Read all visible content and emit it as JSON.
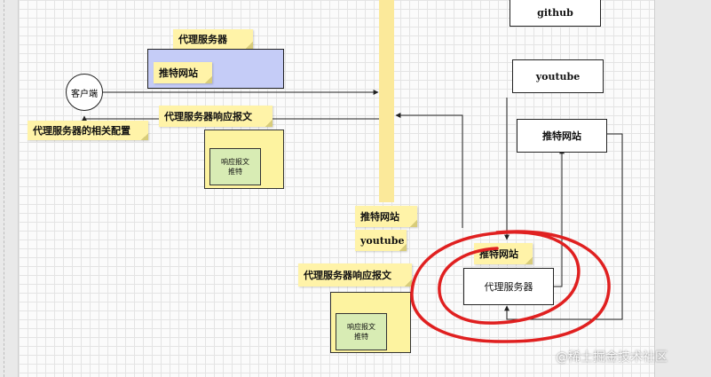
{
  "diagram": {
    "client": "客户端",
    "notes": {
      "proxy_server_top": "代理服务器",
      "twitter_in_box": "推特网站",
      "proxy_config": "代理服务器的相关配置",
      "proxy_response_top": "代理服务器响应报文",
      "twitter_mid": "推特网站",
      "youtube_mid": "youtube",
      "proxy_response_bottom": "代理服务器响应报文",
      "twitter_lower_right": "推特网站"
    },
    "response_box_top": {
      "line1": "响应报文",
      "line2": "推特"
    },
    "response_box_bottom": {
      "line1": "响应报文",
      "line2": "推特"
    },
    "right_nodes": {
      "github": "github",
      "youtube": "youtube",
      "twitter": "推特网站",
      "proxy_server": "代理服务器"
    },
    "annotation_color": "#e02020",
    "accent_colors": {
      "note_yellow": "#fff3a8",
      "proxy_blue": "#c5ccf7",
      "response_green": "#d8ecb4"
    }
  },
  "watermark": "@稀土掘金技术社区"
}
